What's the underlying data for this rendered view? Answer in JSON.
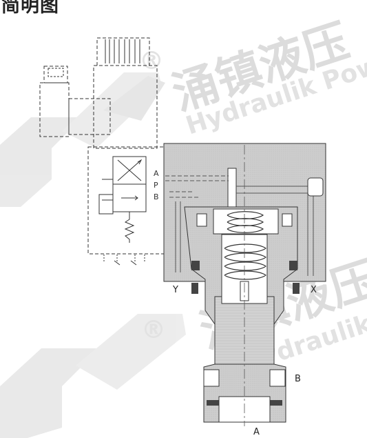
{
  "heading": "简明图",
  "ports": {
    "a": "A",
    "b": "B",
    "x": "X",
    "y": "Y"
  },
  "pilot_ports": {
    "a": "A",
    "p": "P",
    "b": "B"
  },
  "watermark": {
    "chinese": "涌镇液压",
    "english": "Hydraulik Power",
    "registered": "®"
  },
  "colors": {
    "body": "#cfcfcf",
    "line": "#333333",
    "watermark": "#dcdcdc"
  }
}
